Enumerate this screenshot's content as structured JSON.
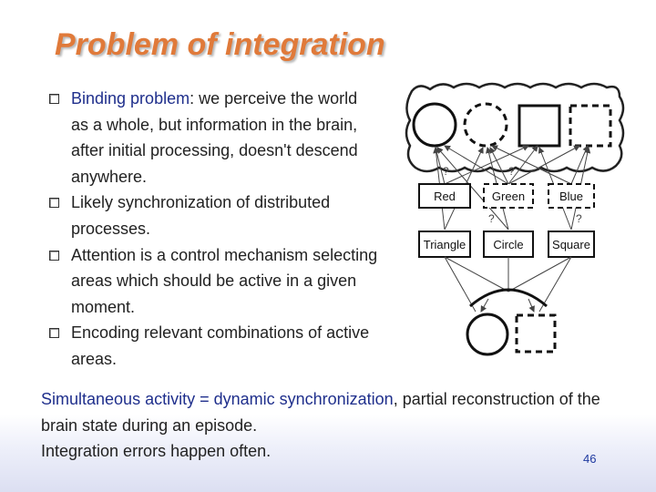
{
  "slide": {
    "title": "Problem of integration",
    "page_number": "46"
  },
  "bullets": [
    {
      "highlight": "Binding problem",
      "rest": ": we perceive the world as a whole, but information in the brain, after initial processing, doesn't descend anywhere."
    },
    {
      "highlight": "",
      "rest": "Likely synchronization of distributed processes."
    },
    {
      "highlight": "",
      "rest": "Attention is a control mechanism selecting areas which should be active in a given moment."
    },
    {
      "highlight": "",
      "rest": "Encoding relevant combinations of active areas."
    }
  ],
  "bottom": {
    "line1_highlight": "Simultaneous activity = dynamic synchronization",
    "line1_rest": ", partial reconstruction of the brain state during an episode.",
    "line2": "Integration errors happen often."
  },
  "diagram": {
    "color_labels": [
      "Red",
      "Green",
      "Blue"
    ],
    "shape_labels": [
      "Triangle",
      "Circle",
      "Square"
    ],
    "question_mark": "?"
  }
}
